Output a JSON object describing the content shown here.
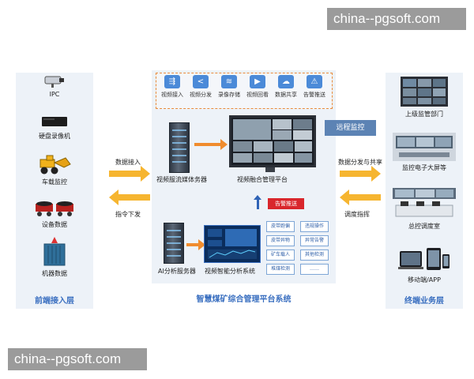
{
  "watermark": "china--pgsoft.com",
  "left_column": {
    "title": "前端接入层",
    "devices": [
      "IPC",
      "硬盘录像机",
      "车载监控",
      "设备数据",
      "机器数据"
    ]
  },
  "right_column": {
    "title": "终端业务层",
    "items": [
      "上级监管部门",
      "监控电子大屏等",
      "总控调度室",
      "移动端/APP"
    ]
  },
  "toolbar": {
    "items": [
      {
        "label": "视频接入",
        "icon": "network-icon"
      },
      {
        "label": "视频分发",
        "icon": "share-icon"
      },
      {
        "label": "录像存储",
        "icon": "storage-icon"
      },
      {
        "label": "视频回看",
        "icon": "playback-icon"
      },
      {
        "label": "数据共享",
        "icon": "cloud-share-icon"
      },
      {
        "label": "告警推送",
        "icon": "warning-icon"
      }
    ]
  },
  "center": {
    "media_server": "视频服流媒体务器",
    "platform": "视频融合管理平台",
    "ai_server": "AI分析服务器",
    "analysis_system": "视频智能分析系统",
    "alarm_push": "告警推送",
    "remote": "远程监控",
    "system_title": "智慧煤矿综合管理平台系统",
    "tags": [
      "皮带跑偏",
      "违规操作",
      "皮带异物",
      "异常告警",
      "矿车载人",
      "其他检测",
      "堆煤检测",
      "……"
    ]
  },
  "flows": {
    "data_in": "数据接入",
    "command_out": "指令下发",
    "distribute": "数据分发与共享",
    "dispatch": "调度指挥"
  },
  "colors": {
    "accent_blue": "#3a6fc0",
    "arrow_yellow": "#f6b530",
    "arrow_orange": "#f08c2e",
    "alarm_red": "#d9262c",
    "panel_bg": "#edf2f8"
  }
}
